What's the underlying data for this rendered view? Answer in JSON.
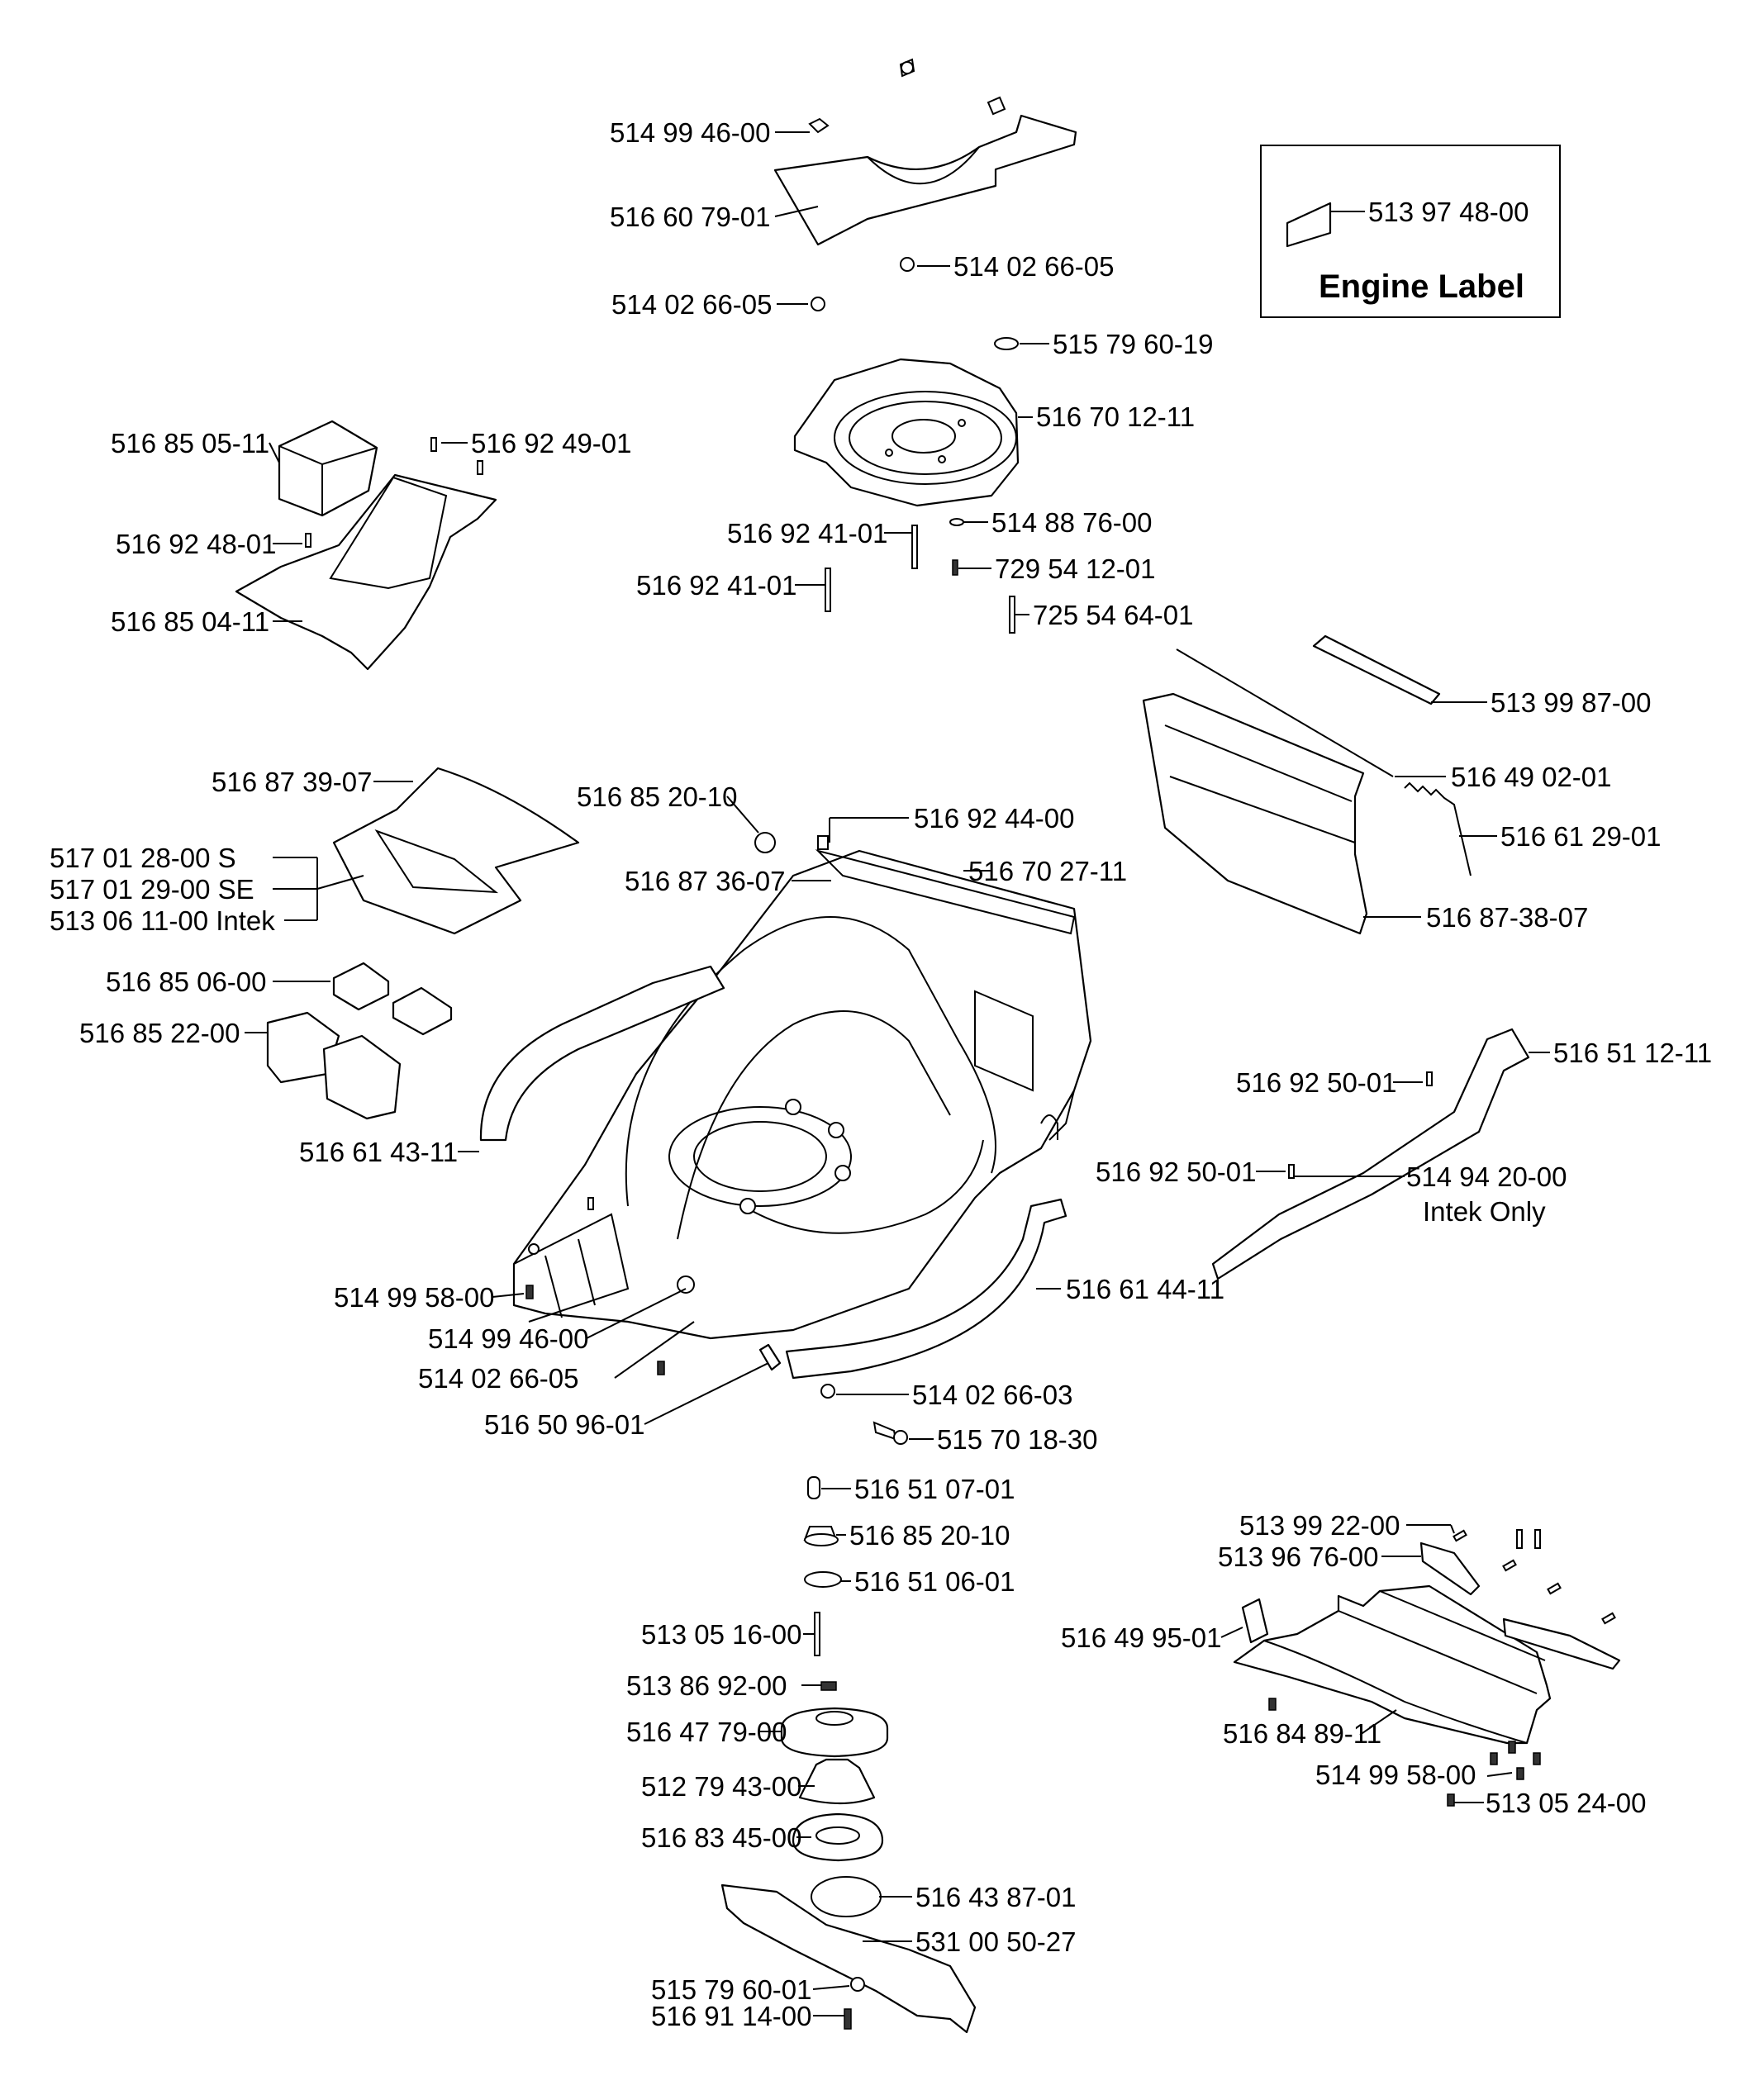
{
  "labels": {
    "nut_top": "514 99 46-00",
    "plate_top": "516 60 79-01",
    "washer_a": "514 02 66-05",
    "washer_b": "514 02 66-05",
    "washer_c": "515 79 60-19",
    "bowl": "516 70 12-11",
    "bolt_a": "516 92 41-01",
    "bolt_b": "516 92 41-01",
    "washer_d": "514 88 76-00",
    "screw_a": "729 54 12-01",
    "screw_b": "725 54 64-01",
    "cover_box": "516 85 05-11",
    "screw_c": "516 92 49-01",
    "screw_d": "516 92 48-01",
    "cover_plate": "516 85 04-11",
    "rear_flap": "516 87 39-07",
    "kit_s": "517 01 28-00 S",
    "kit_se": "517 01 29-00 SE",
    "kit_intek": "513 06 11-00 Intek",
    "block_a": "516 85 06-00",
    "block_b": "516 85 22-00",
    "plug": "516 85 20-10",
    "clip": "516 92 44-00",
    "deck": "516 87 36-07",
    "rail": "516 70 27-11",
    "strip": "513 99 87-00",
    "rod": "516 49 02-01",
    "spring": "516 61 29-01",
    "guard": "516 87-38-07",
    "handle_r": "516 51 12-11",
    "screw_e": "516 92 50-01",
    "screw_f": "516 92 50-01",
    "handle_intek": "514 94 20-00",
    "intek_only": "Intek Only",
    "handle_l": "516 61 43-11",
    "handle_front": "516 61 44-11",
    "screw_g": "514 99 58-00",
    "nut_b": "514 99 46-00",
    "washer_e": "514 02 66-05",
    "pin": "516 50 96-01",
    "washer_f": "514 02 66-03",
    "bolt_c": "515 70 18-30",
    "spacer": "516 51 07-01",
    "plug_b": "516 85 20-10",
    "washer_g": "516 51 06-01",
    "bolt_d": "513 05 16-00",
    "key": "513 86 92-00",
    "pulley": "516 47 79-00",
    "hub": "512 79 43-00",
    "adapter": "516 83 45-00",
    "disc": "516 43 87-01",
    "blade": "531 00 50-27",
    "washer_h": "515 79 60-01",
    "bolt_e": "516 91 14-00",
    "screw_h": "513 99 22-00",
    "plate_b": "513 96 76-00",
    "bracket": "516 49 95-01",
    "chute": "516 84 89-11",
    "screw_i": "514 99 58-00",
    "screw_j": "513 05 24-00",
    "engine_label_part": "513 97 48-00",
    "engine_label_title": "Engine Label"
  }
}
